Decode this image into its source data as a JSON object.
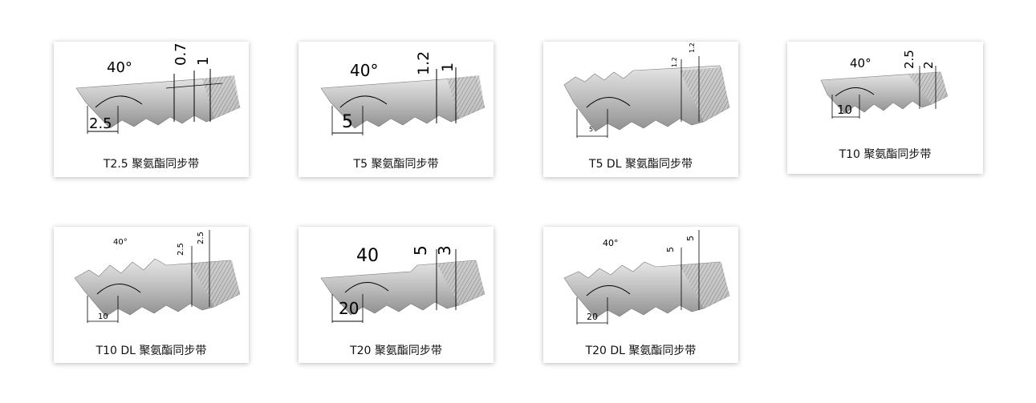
{
  "products": [
    {
      "caption": "T2.5 聚氨酯同步带",
      "angle": "40°",
      "pitch": "2.5",
      "dim_a": "0.7",
      "dim_b": "1"
    },
    {
      "caption": "T5 聚氨酯同步带",
      "angle": "40°",
      "pitch": "5",
      "dim_a": "1.2",
      "dim_b": "1"
    },
    {
      "caption": "T5 DL 聚氨酯同步带",
      "pitch": "5",
      "dim_a": "1.2",
      "dim_b": "1.2"
    },
    {
      "caption": "T10 聚氨酯同步带",
      "angle": "40°",
      "pitch": "10",
      "dim_a": "2.5",
      "dim_b": "2"
    },
    {
      "caption": "T10 DL 聚氨酯同步带",
      "angle": "40°",
      "pitch": "10",
      "dim_a": "2.5",
      "dim_b": "2.5"
    },
    {
      "caption": "T20 聚氨酯同步带",
      "angle": "40",
      "pitch": "20",
      "dim_a": "5",
      "dim_b": "3"
    },
    {
      "caption": "T20 DL 聚氨酯同步带",
      "angle": "40°",
      "pitch": "20",
      "dim_a": "5",
      "dim_b": "5"
    }
  ]
}
